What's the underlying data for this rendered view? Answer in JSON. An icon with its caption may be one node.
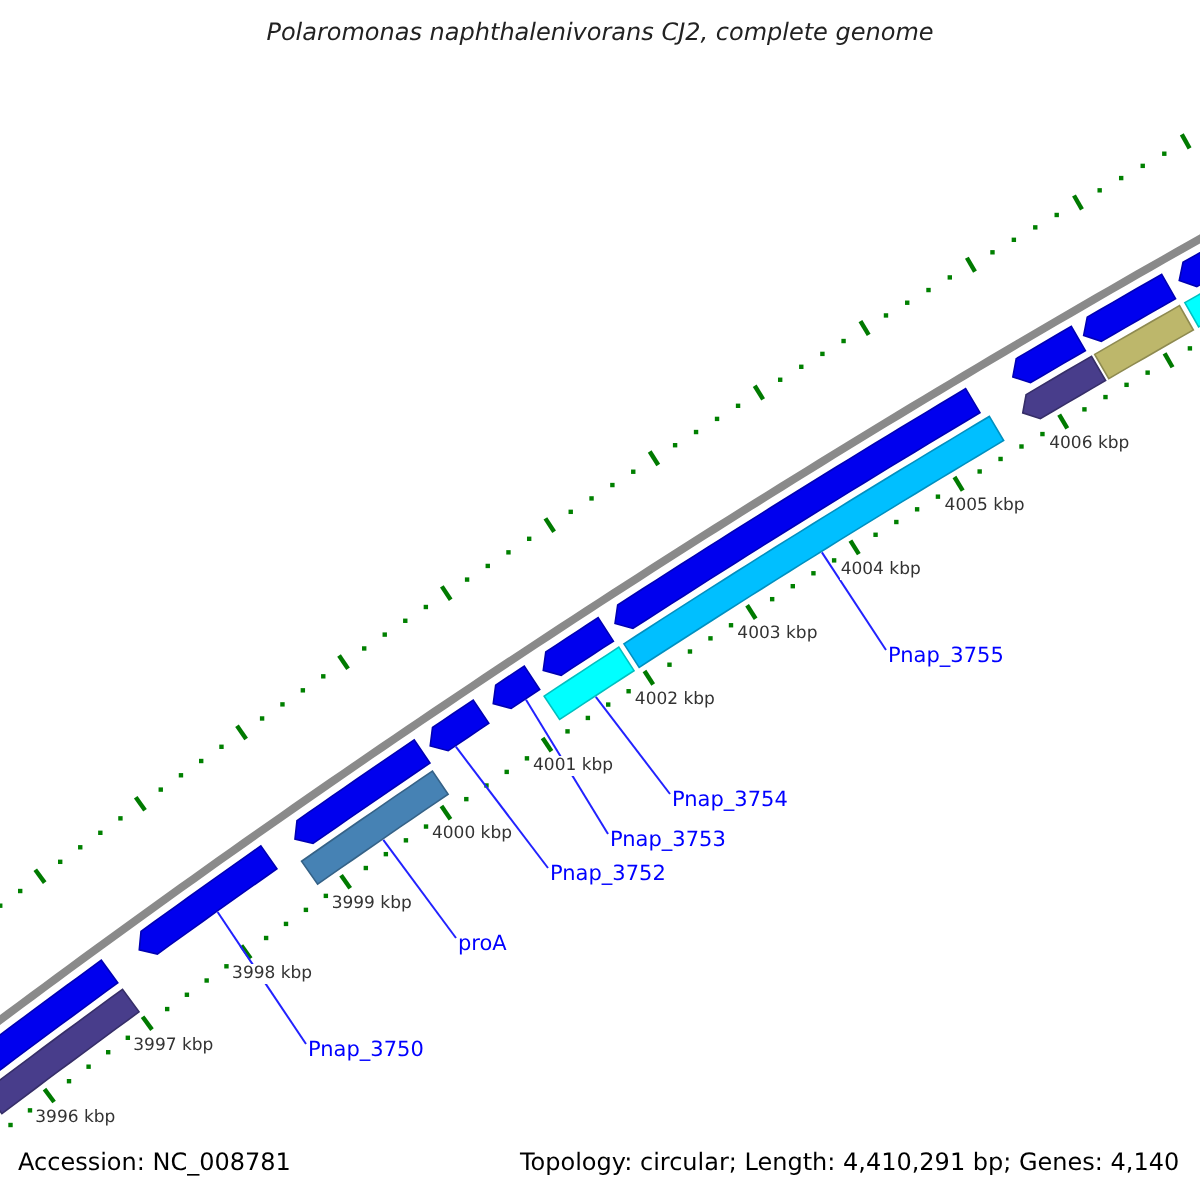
{
  "diagram": {
    "title": "Polaromonas naphthalenivorans CJ2, complete genome",
    "nodes": [
      {
        "text": [],
        "shape": "bar"
      },
      {
        "text": [],
        "shape": "bar"
      },
      {
        "text": [],
        "shape": "bar"
      },
      {
        "text": [],
        "shape": "bar"
      },
      {
        "text": [],
        "shape": "bar"
      },
      {
        "text": [],
        "shape": "bar"
      },
      {
        "text": [],
        "shape": "bar"
      },
      {
        "text": [],
        "shape": "bar"
      },
      {
        "text": [],
        "shape": "bar"
      },
      {
        "text": [],
        "shape": "bar"
      },
      {
        "text": [],
        "shape": "bar"
      },
      {
        "text": [],
        "shape": "bar"
      },
      {
        "text": [],
        "shape": "bar"
      },
      {
        "text": [],
        "shape": "bar"
      },
      {
        "text": [],
        "shape": "bar"
      },
      {
        "text": [],
        "shape": "bar"
      },
      {
        "text": [],
        "shape": "bar"
      },
      {
        "text": [
          "Pnap_3750"
        ]
      },
      {
        "text": [
          "proA"
        ]
      },
      {
        "text": [
          "Pnap_3752"
        ]
      },
      {
        "text": [
          "Pnap_3753"
        ]
      },
      {
        "text": [
          "Pnap_3754"
        ]
      },
      {
        "text": [
          "Pnap_3755"
        ]
      }
    ],
    "edges": [
      {
        "from": 17,
        "to": 1,
        "arrow": "none"
      },
      {
        "from": 18,
        "to": 11,
        "arrow": "none"
      },
      {
        "from": 19,
        "to": 3,
        "arrow": "none"
      },
      {
        "from": 20,
        "to": 4,
        "arrow": "none"
      },
      {
        "from": 21,
        "to": 12,
        "arrow": "none"
      },
      {
        "from": 22,
        "to": 13,
        "arrow": "none"
      }
    ],
    "labels": [
      "3996 kbp",
      "3997 kbp",
      "3998 kbp",
      "3999 kbp",
      "4000 kbp",
      "4001 kbp",
      "4002 kbp",
      "4003 kbp",
      "4004 kbp",
      "4005 kbp",
      "4006 kbp",
      "Accession: NC_008781",
      "Topology: circular; Length: 4,410,291 bp; Genes: 4,140"
    ]
  }
}
